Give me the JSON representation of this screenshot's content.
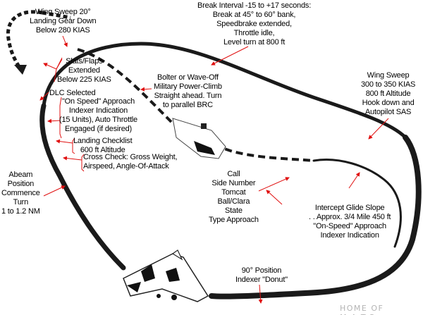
{
  "colors": {
    "path": "#1a1a1a",
    "arrow": "#e01010",
    "text": "#000000",
    "watermark": "#b4b4b4"
  },
  "annotations": {
    "wing_sweep_20": [
      "Wing Sweep 20°",
      "Landing Gear Down",
      "Below 280 KIAS"
    ],
    "break_interval": [
      "Break Interval -15 to +17 seconds:",
      "Break at 45° to 60° bank,",
      "Speedbrake extended,",
      "Throttle idle,",
      "Level turn at 800 ft"
    ],
    "slats_flaps": [
      "Slats/Flaps",
      "Extended",
      "Below 225 KIAS"
    ],
    "bolter": [
      "Bolter or Wave-Off",
      "Military Power-Climb",
      "Straight ahead. Turn",
      "to parallel BRC"
    ],
    "wing_sweep_300": [
      "Wing Sweep",
      "300 to 350 KIAS",
      "800 ft Altitude",
      "Hook down and",
      "Autopilot SAS"
    ],
    "dlc_selected": [
      "DLC Selected"
    ],
    "on_speed": [
      "\"On Speed\" Approach",
      "Indexer Indication",
      "(15 Units), Auto Throttle",
      "Engaged (if desired)"
    ],
    "landing_checklist": [
      "Landing Checklist",
      "600 ft Altitude"
    ],
    "cross_check": [
      "Cross Check: Gross Weight,",
      "Airspeed, Angle-Of-Attack"
    ],
    "abeam": [
      "Abeam",
      "Position",
      "Commence",
      "Turn",
      "1 to 1.2 NM"
    ],
    "call": [
      "Call",
      "Side Number",
      "Tomcat",
      "Ball/Clara",
      "State",
      "Type Approach"
    ],
    "intercept": [
      "Intercept Glide Slope",
      ". . Approx. 3/4 Mile 450 ft",
      "\"On-Speed\" Approach",
      "Indexer Indication"
    ],
    "ninety_position": [
      "90° Position",
      "Indexer \"Donut\""
    ]
  },
  "watermark": "HOME OF M.A.T.S.",
  "icons": {
    "carrier": "aircraft-carrier-icon",
    "jet": "f14-tomcat-icon"
  }
}
